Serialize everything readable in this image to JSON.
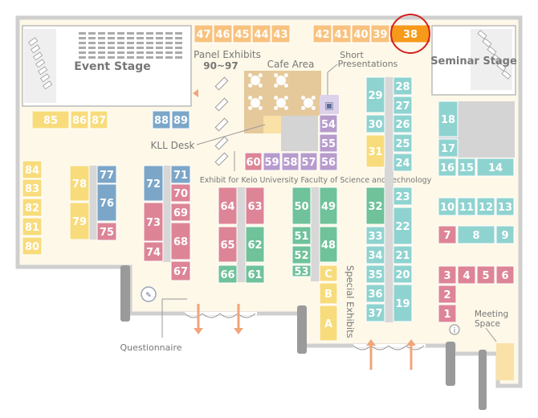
{
  "labels": {
    "event_stage": "Event Stage",
    "seminar_stage": "Seminar Stage",
    "panel_exhibits": "Panel Exhibits",
    "panel_range": "90~97",
    "cafe_area": "Cafe Area",
    "short_presentations_1": "Short",
    "short_presentations_2": "Presentations",
    "kll_desk": "KLL Desk",
    "science_exhibit": "Exhibit for Keio University Faculty of Science and Technology",
    "special_exhibits": "Special Exhibits",
    "questionnaire": "Questionnaire",
    "meeting_1": "Meeting",
    "meeting_2": "Space"
  },
  "highlighted_booth": "38",
  "colors": {
    "orange": "#f8c27e",
    "orange_highlight": "#f79a1a",
    "yellow": "#f8dc7c",
    "blue": "#7ba6c8",
    "pink": "#dd8597",
    "green": "#6fc29a",
    "teal": "#8fd3d0",
    "purple": "#b79bcd",
    "floor": "#fdf8e8",
    "wall": "#c8c8c8",
    "highlight_ring": "#d42020"
  },
  "booths": [
    "47",
    "46",
    "45",
    "44",
    "43",
    "42",
    "41",
    "40",
    "39",
    "38",
    "85",
    "86",
    "87",
    "88",
    "89",
    "84",
    "83",
    "82",
    "81",
    "80",
    "78",
    "79",
    "77",
    "76",
    "75",
    "72",
    "73",
    "74",
    "71",
    "70",
    "69",
    "68",
    "67",
    "64",
    "65",
    "66",
    "63",
    "62",
    "61",
    "60",
    "59",
    "58",
    "57",
    "56",
    "54",
    "55",
    "50",
    "51",
    "52",
    "53",
    "49",
    "48",
    "C",
    "B",
    "A",
    "29",
    "30",
    "31",
    "28",
    "27",
    "26",
    "25",
    "24",
    "32",
    "33",
    "34",
    "35",
    "36",
    "37",
    "23",
    "22",
    "21",
    "20",
    "19",
    "18",
    "17",
    "16",
    "15",
    "14",
    "10",
    "11",
    "12",
    "13",
    "7",
    "8",
    "9",
    "3",
    "4",
    "5",
    "6",
    "2",
    "1"
  ]
}
